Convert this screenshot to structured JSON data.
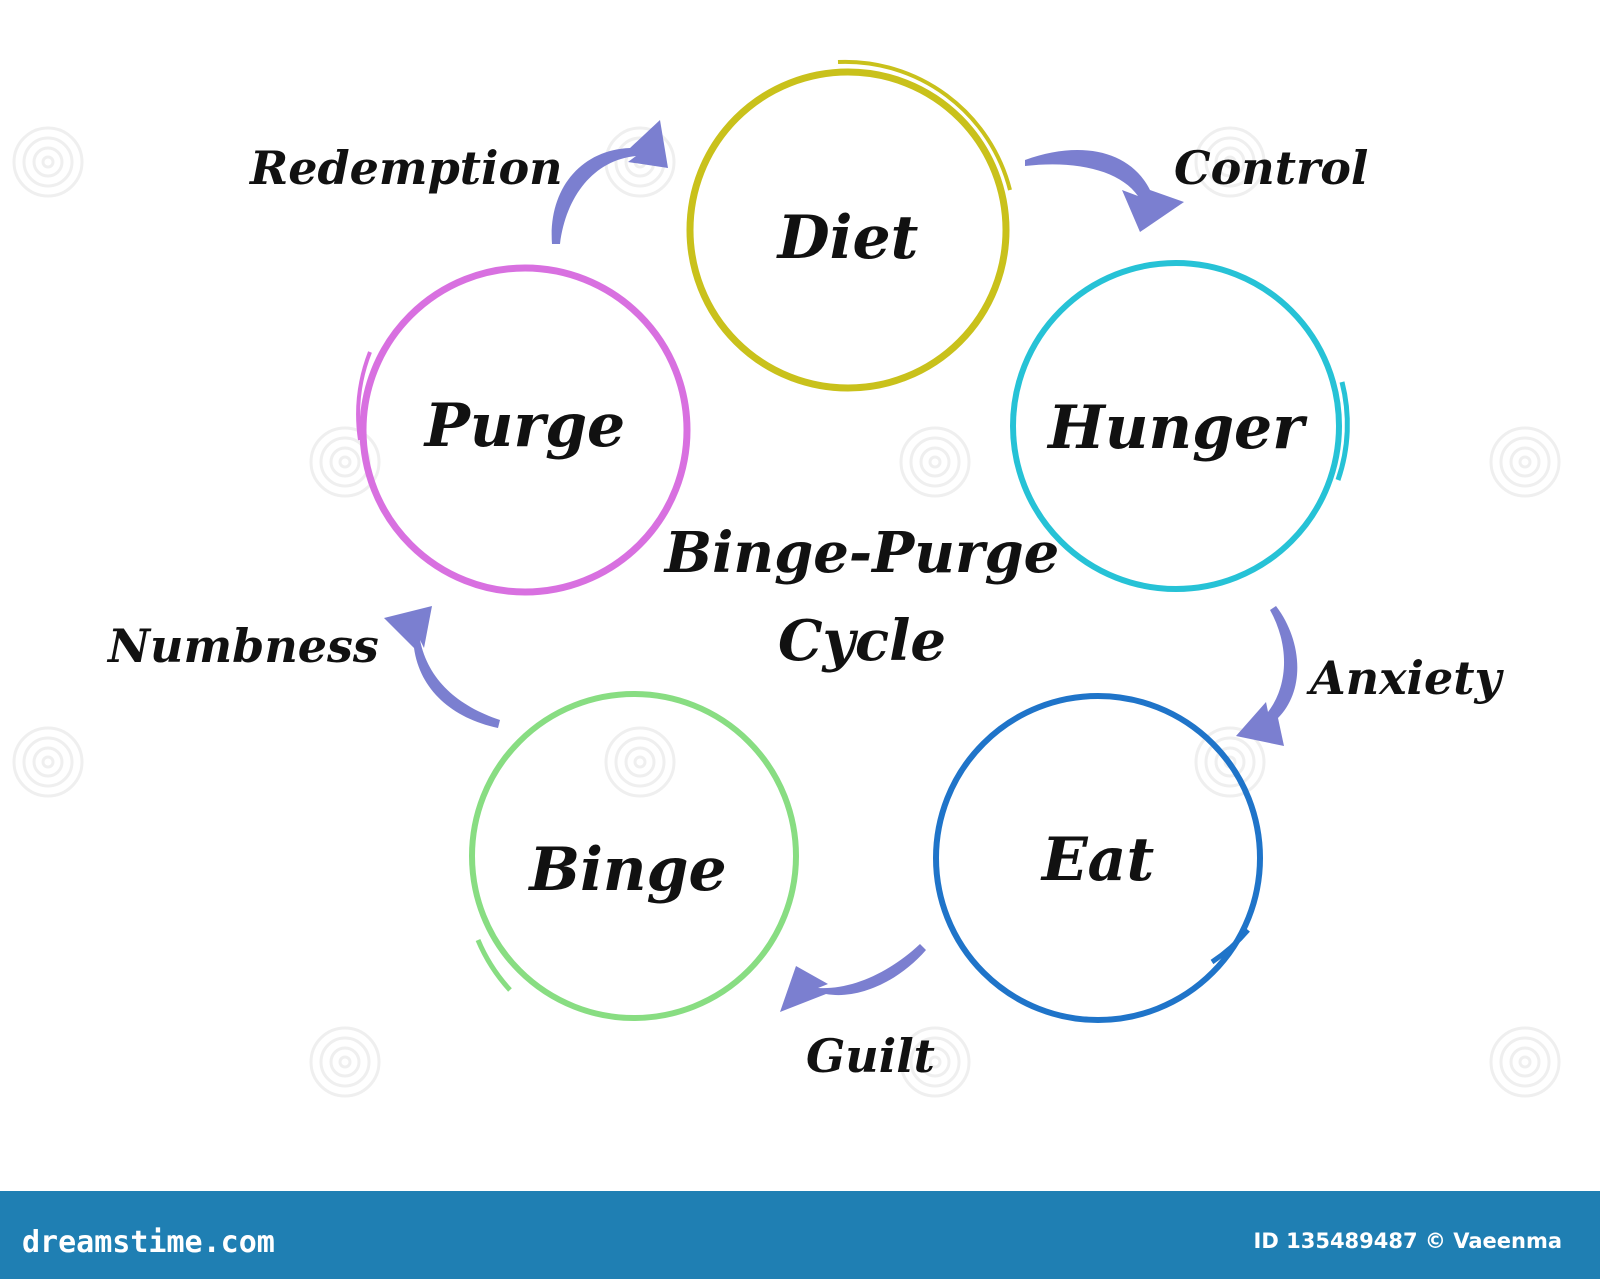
{
  "diagram": {
    "title_line1": "Binge-Purge",
    "title_line2": "Cycle",
    "nodes": [
      {
        "label": "Diet",
        "color": "#c9c11b"
      },
      {
        "label": "Hunger",
        "color": "#26c2d6"
      },
      {
        "label": "Eat",
        "color": "#1f74c9"
      },
      {
        "label": "Binge",
        "color": "#88dd82"
      },
      {
        "label": "Purge",
        "color": "#d870e0"
      }
    ],
    "edges": [
      {
        "label": "Control"
      },
      {
        "label": "Anxiety"
      },
      {
        "label": "Guilt"
      },
      {
        "label": "Numbness"
      },
      {
        "label": "Redemption"
      }
    ],
    "arrow_color": "#7b7fd0"
  },
  "footer": {
    "brand": "dreamstime.com",
    "id_text": "ID 135489487 © Vaeenma",
    "background": "#1f7fb3"
  }
}
